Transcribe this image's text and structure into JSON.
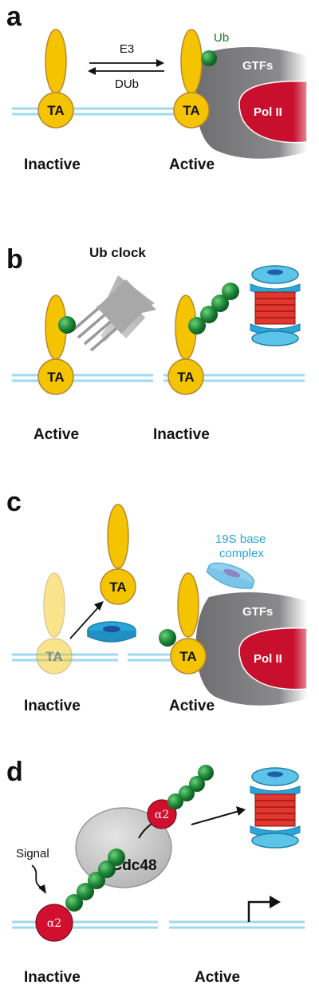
{
  "panels": {
    "a": {
      "letter": "a",
      "forward_label": "E3",
      "reverse_label": "DUb",
      "ub_label": "Ub",
      "ta_label": "TA",
      "gtfs_label": "GTFs",
      "pol_label": "Pol II",
      "left_state": "Inactive",
      "right_state": "Active"
    },
    "b": {
      "letter": "b",
      "clock_label": "Ub clock",
      "ta_label": "TA",
      "left_state": "Active",
      "right_state": "Inactive"
    },
    "c": {
      "letter": "c",
      "ta_label": "TA",
      "base_label_line1": "19S base",
      "base_label_line2": "complex",
      "gtfs_label": "GTFs",
      "pol_label": "Pol II",
      "left_state": "Inactive",
      "right_state": "Active"
    },
    "d": {
      "letter": "d",
      "signal_label": "Signal",
      "alpha_label": "α2",
      "cdc48_label": "Cdc48",
      "left_state": "Inactive",
      "right_state": "Active"
    }
  },
  "colors": {
    "yellow": "#f5c400",
    "yellow_edge": "#b8862e",
    "green": "#1e8a3a",
    "red": "#c8102e",
    "grey": "#7a7a7c",
    "dna": "#9fd9f2",
    "blue": "#2aa5d8"
  }
}
